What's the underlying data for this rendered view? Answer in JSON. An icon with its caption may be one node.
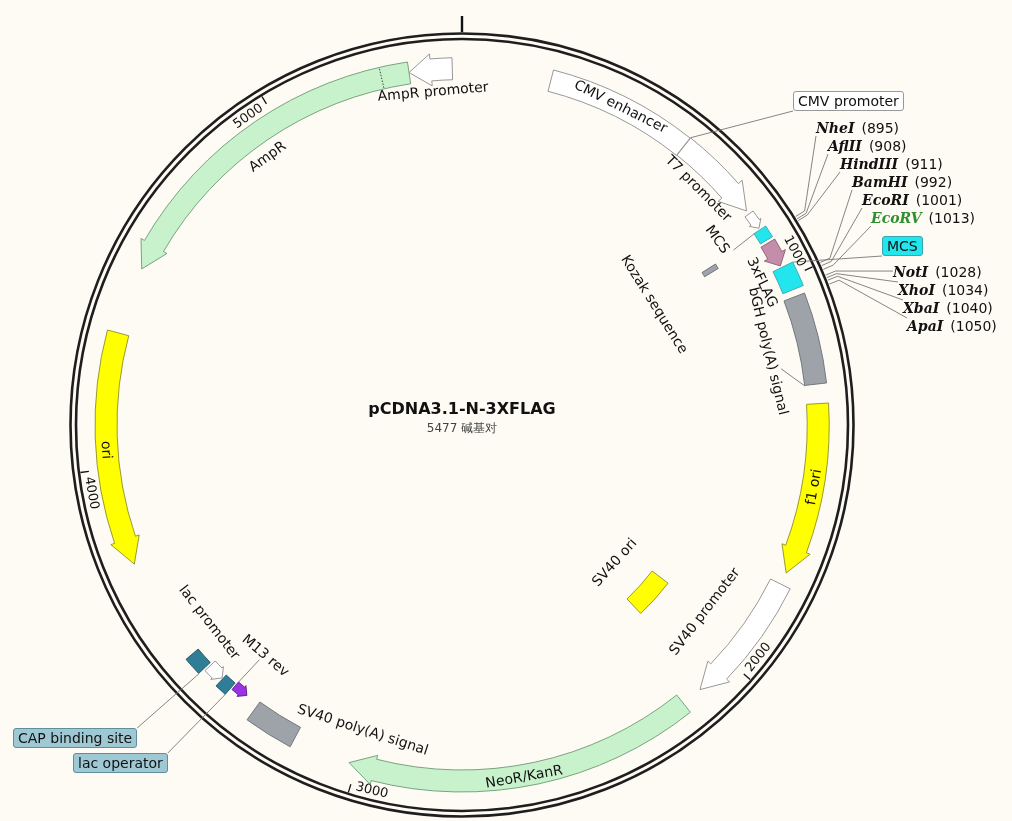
{
  "diagram": {
    "title": "pCDNA3.1-N-3XFLAG",
    "nodes": [
      {
        "text": [
          "CMV enhancer"
        ]
      },
      {
        "text": [],
        "shape": "arrow"
      },
      {
        "text": [
          "CMV promoter"
        ]
      },
      {
        "text": [
          "NheI",
          "(895)"
        ]
      },
      {
        "text": [
          "AflII",
          "(908)"
        ]
      },
      {
        "text": [
          "HindIII",
          "(911)"
        ]
      },
      {
        "text": [
          "BamHI",
          "(992)"
        ]
      },
      {
        "text": [
          "EcoRI",
          "(1001)"
        ]
      },
      {
        "text": [
          "EcoRV",
          "(1013)"
        ]
      },
      {
        "text": [
          "MCS"
        ]
      },
      {
        "text": [
          "NotI",
          "(1028)"
        ]
      },
      {
        "text": [
          "XhoI",
          "(1034)"
        ]
      },
      {
        "text": [
          "XbaI",
          "(1040)"
        ]
      },
      {
        "text": [
          "ApaI",
          "(1050)"
        ]
      },
      {
        "text": [
          "T7 promoter"
        ]
      },
      {
        "text": [],
        "shape": "box"
      },
      {
        "text": [
          "MCS"
        ]
      },
      {
        "text": [
          "3xFLAG"
        ]
      },
      {
        "text": [],
        "shape": "box"
      },
      {
        "text": [
          "Kozak sequence"
        ]
      },
      {
        "text": [],
        "shape": "box"
      },
      {
        "text": [
          "bGH poly(A) signal"
        ]
      },
      {
        "text": [
          "f1 ori"
        ]
      },
      {
        "text": [
          "SV40 ori"
        ]
      },
      {
        "text": [
          "SV40 promoter"
        ]
      },
      {
        "text": [
          "NeoR/KanR"
        ]
      },
      {
        "text": [
          "SV40 poly(A) signal"
        ]
      },
      {
        "text": [],
        "shape": "arrow"
      },
      {
        "text": [
          "M13 rev"
        ]
      },
      {
        "text": [],
        "shape": "box"
      },
      {
        "text": [
          "lac promoter"
        ]
      },
      {
        "text": [],
        "shape": "box"
      },
      {
        "text": [
          "CAP binding site"
        ]
      },
      {
        "text": [
          "lac operator"
        ]
      },
      {
        "text": [
          "ori"
        ]
      },
      {
        "text": [
          "AmpR"
        ]
      },
      {
        "text": [
          "AmpR promoter"
        ]
      }
    ],
    "edges": [
      {
        "from": 2,
        "to": 1,
        "arrow": "none"
      },
      {
        "from": 3,
        "to": null,
        "arrow": "none"
      },
      {
        "from": 4,
        "to": null,
        "arrow": "none"
      },
      {
        "from": 5,
        "to": null,
        "arrow": "none"
      },
      {
        "from": 6,
        "to": null,
        "arrow": "none"
      },
      {
        "from": 7,
        "to": null,
        "arrow": "none"
      },
      {
        "from": 8,
        "to": null,
        "arrow": "none"
      },
      {
        "from": 9,
        "to": 18,
        "arrow": "none"
      },
      {
        "from": 10,
        "to": null,
        "arrow": "none"
      },
      {
        "from": 11,
        "to": null,
        "arrow": "none"
      },
      {
        "from": 12,
        "to": null,
        "arrow": "none"
      },
      {
        "from": 13,
        "to": null,
        "arrow": "none"
      },
      {
        "from": 16,
        "to": 15,
        "arrow": "none"
      },
      {
        "from": 21,
        "to": 20,
        "arrow": "none"
      },
      {
        "from": 28,
        "to": 27,
        "arrow": "none"
      },
      {
        "from": 32,
        "to": 31,
        "arrow": "none"
      },
      {
        "from": 33,
        "to": 29,
        "arrow": "none"
      }
    ],
    "labels": [
      "5000",
      "1000",
      "5477 碱基对",
      "4000",
      "2000",
      "3000"
    ]
  }
}
